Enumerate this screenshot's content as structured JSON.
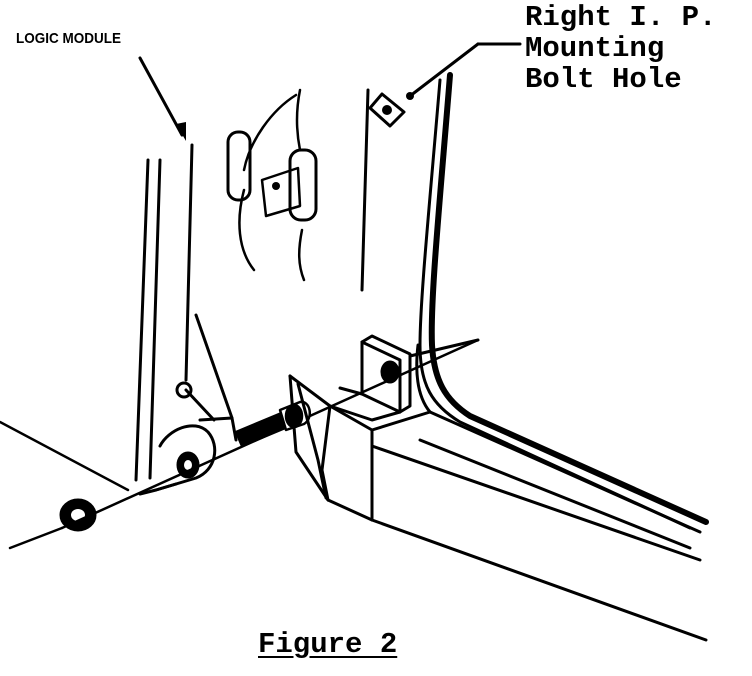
{
  "labels": {
    "logic_module": "LOGIC MODULE",
    "callout_line1": "Right I. P.",
    "callout_line2": "Mounting",
    "callout_line3": "Bolt Hole"
  },
  "caption": "Figure 2",
  "colors": {
    "ink": "#000000",
    "paper": "#ffffff"
  }
}
